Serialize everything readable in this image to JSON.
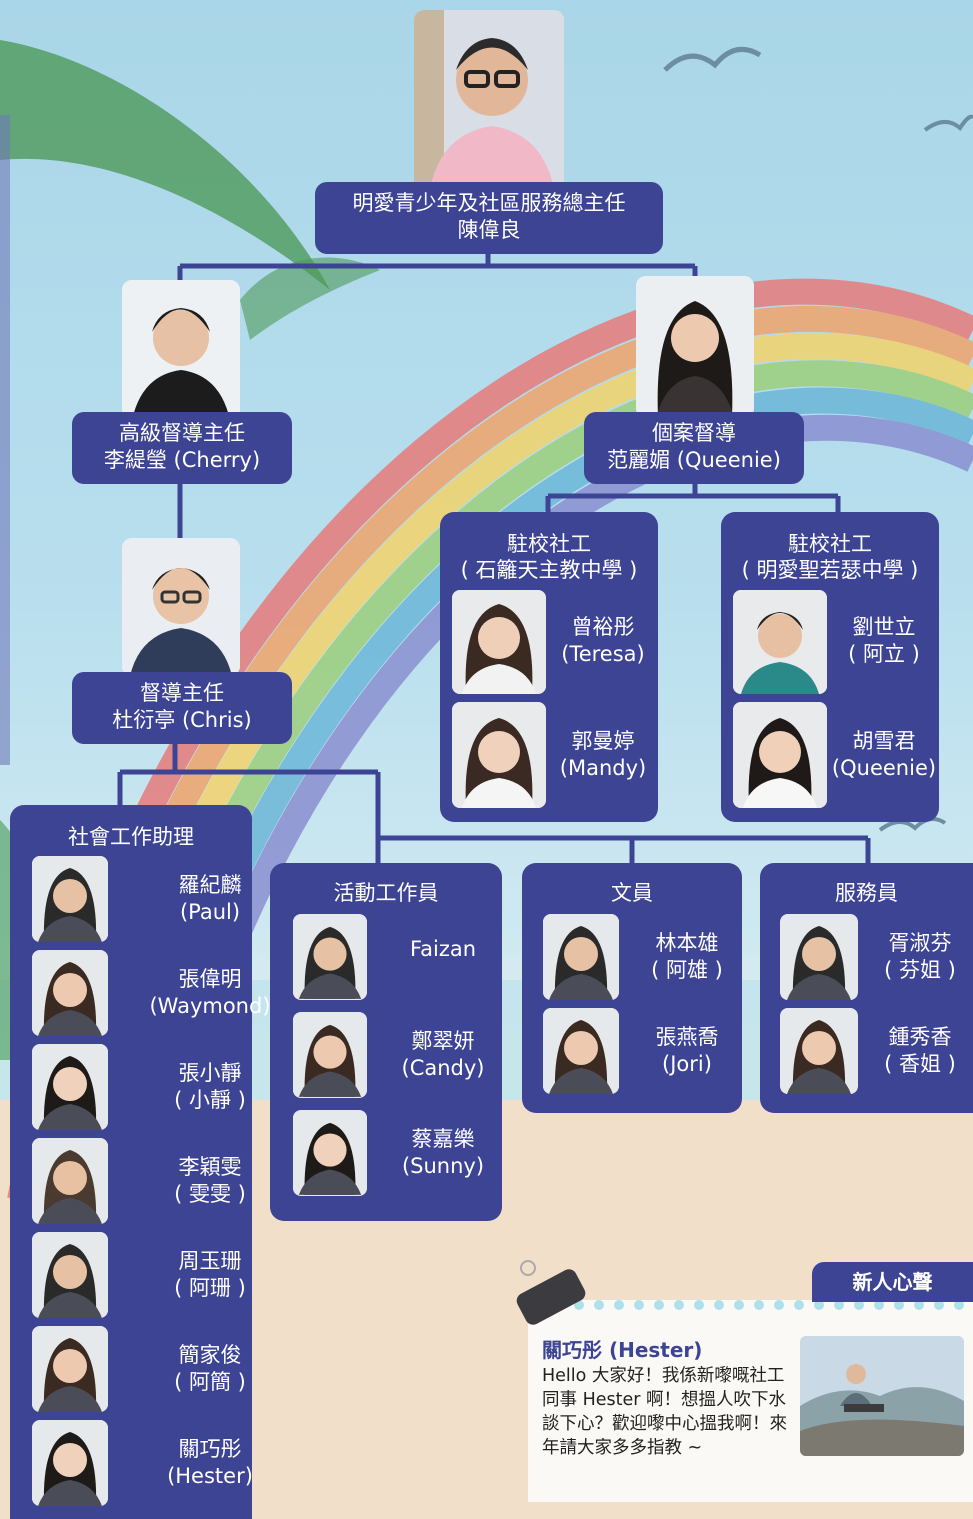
{
  "top": {
    "line1": "明愛青少年及社區服務總主任",
    "line2": "陳偉良"
  },
  "senior": {
    "line1": "高級督導主任",
    "line2": "李緹瑩 (Cherry)"
  },
  "case": {
    "line1": "個案督導",
    "line2": "范麗媚 (Queenie)"
  },
  "supervisor": {
    "line1": "督導主任",
    "line2": "杜衍亭 (Chris)"
  },
  "school1": {
    "title1": "駐校社工",
    "title2": "( 石籬天主教中學 )",
    "members": [
      {
        "n1": "曾裕彤",
        "n2": "(Teresa)"
      },
      {
        "n1": "郭曼婷",
        "n2": "(Mandy)"
      }
    ]
  },
  "school2": {
    "title1": "駐校社工",
    "title2": "( 明愛聖若瑟中學 )",
    "members": [
      {
        "n1": "劉世立",
        "n2": "( 阿立 )"
      },
      {
        "n1": "胡雪君",
        "n2": "(Queenie)"
      }
    ]
  },
  "assistants": {
    "title": "社會工作助理",
    "members": [
      {
        "n1": "羅紀麟",
        "n2": "(Paul)"
      },
      {
        "n1": "張偉明",
        "n2": "(Waymond)"
      },
      {
        "n1": "張小靜",
        "n2": "( 小靜 )"
      },
      {
        "n1": "李穎雯",
        "n2": "( 雯雯 )"
      },
      {
        "n1": "周玉珊",
        "n2": "( 阿珊 )"
      },
      {
        "n1": "簡家俊",
        "n2": "( 阿簡 )"
      },
      {
        "n1": "關巧彤",
        "n2": "(Hester)"
      }
    ]
  },
  "activity": {
    "title": "活動工作員",
    "members": [
      {
        "n1": "Faizan",
        "n2": ""
      },
      {
        "n1": "鄭翠妍",
        "n2": "(Candy)"
      },
      {
        "n1": "蔡嘉樂",
        "n2": "(Sunny)"
      }
    ]
  },
  "clerk": {
    "title": "文員",
    "members": [
      {
        "n1": "林本雄",
        "n2": "( 阿雄 )"
      },
      {
        "n1": "張燕喬",
        "n2": "(Jori)"
      }
    ]
  },
  "service": {
    "title": "服務員",
    "members": [
      {
        "n1": "胥淑芬",
        "n2": "( 芬姐 )"
      },
      {
        "n1": "鍾秀香",
        "n2": "( 香姐 )"
      }
    ]
  },
  "note": {
    "tab": "新人心聲",
    "name": "關巧彤 (Hester)",
    "text": "Hello 大家好！我係新嚟嘅社工同事 Hester 啊！想搵人吹下水談下心？歡迎嚟中心搵我啊！來年請大家多多指教 ~"
  },
  "colors": {
    "navy": "#3d4494",
    "sky": "#a9d6e8",
    "sand": "#f1dcc6"
  }
}
